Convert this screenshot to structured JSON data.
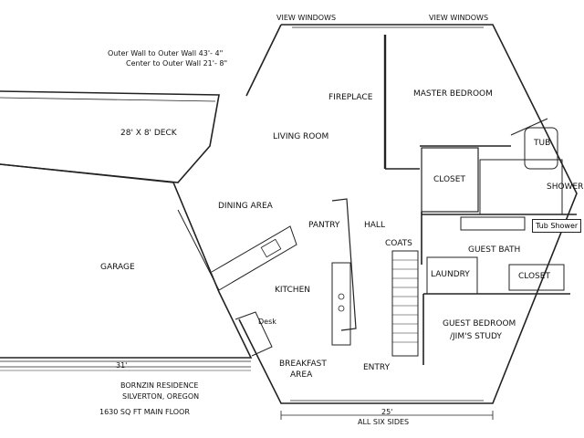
{
  "labels": {
    "view_windows_left": "VIEW WINDOWS",
    "view_windows_right": "VIEW WINDOWS",
    "outer_wall": "Outer Wall to Outer Wall  43'- 4\"",
    "center_wall": "Center to Outer Wall  21'- 8\"",
    "fireplace": "FIREPLACE",
    "master_bedroom": "MASTER BEDROOM",
    "deck": "28' X 8'    DECK",
    "living_room": "LIVING ROOM",
    "tub": "TUB",
    "shower": "SHOWER",
    "closet_master": "CLOSET",
    "tub_shower": "Tub Shower",
    "dining_area": "DINING AREA",
    "pantry": "PANTRY",
    "hall": "HALL",
    "coats": "COATS",
    "guest_bath": "GUEST BATH",
    "garage": "GARAGE",
    "laundry": "LAUNDRY",
    "closet_guest": "CLOSET",
    "kitchen": "KITCHEN",
    "desk": "Desk",
    "guest_bedroom": "GUEST BEDROOM",
    "jims_study": "/JIM'S STUDY",
    "dim_31": "31'",
    "breakfast": "BREAKFAST",
    "area": "AREA",
    "entry": "ENTRY",
    "residence": "BORNZIN RESIDENCE",
    "city": "SILVERTON, OREGON",
    "sqft": "1630 SQ FT    MAIN FLOOR",
    "dim_25": "25'",
    "all_six_sides": "ALL SIX SIDES"
  }
}
